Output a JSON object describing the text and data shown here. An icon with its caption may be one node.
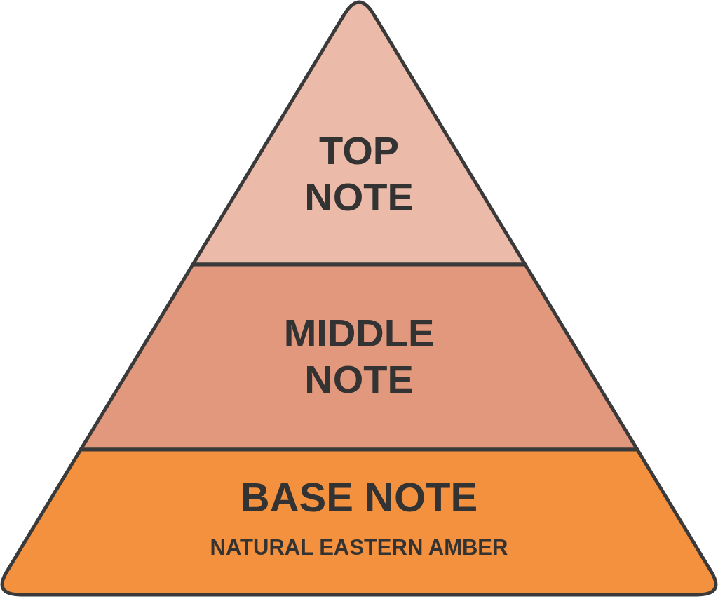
{
  "diagram": {
    "nodes": [
      {
        "text": [
          "TOP NOTE"
        ]
      },
      {
        "text": [
          "MIDDLE NOTE"
        ]
      },
      {
        "text": [
          "BASE NOTE",
          "NATURAL EASTERN AMBER"
        ]
      }
    ]
  }
}
